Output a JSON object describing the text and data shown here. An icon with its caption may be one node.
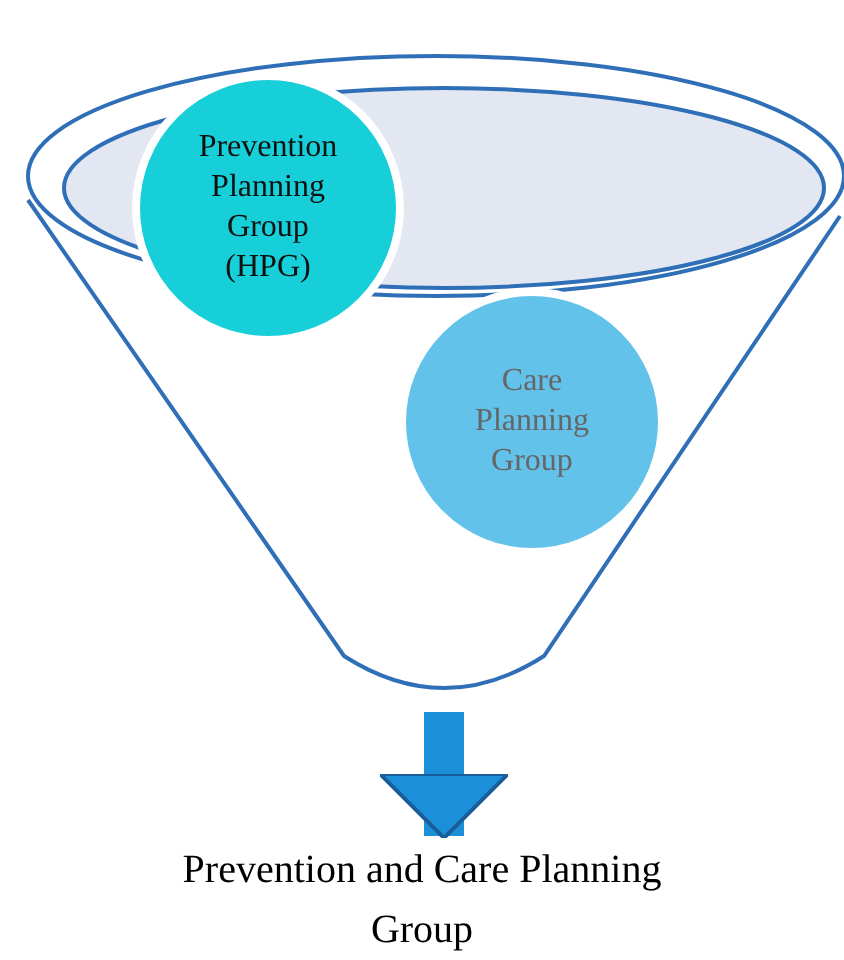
{
  "diagram": {
    "nodes": [
      {
        "text": [],
        "shape": "funnel"
      },
      {
        "text": [
          "Prevention Planning Group (HPG)"
        ],
        "in": 0
      },
      {
        "text": [
          "Care Planning Group"
        ],
        "in": 0
      },
      {
        "text": [
          "Prevention and Care Planning Group"
        ]
      }
    ],
    "edges": [
      {
        "from": 0,
        "to": 3,
        "arrow": "to"
      }
    ]
  }
}
